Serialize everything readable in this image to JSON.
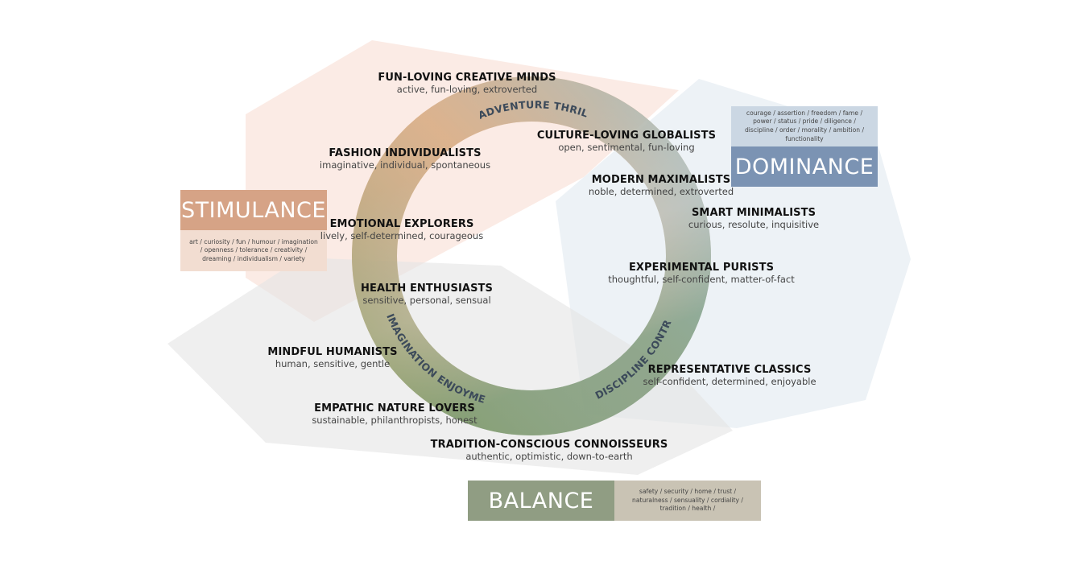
{
  "colors": {
    "stimulance": "#d6a386",
    "stimulance_words_bg": "#f2ddd1",
    "dominance": "#7b93b3",
    "dominance_words_bg": "#cbd7e3",
    "balance": "#909d83",
    "balance_words_bg": "#c9c3b4",
    "ring_orange": "#f1a862",
    "ring_blue": "#8fc6de",
    "ring_green": "#7aa04a"
  },
  "ring_labels": {
    "top": "ADVENTURE THRILL",
    "left": "IMAGINATION ENJOYMENT",
    "right": "DISCIPLINE CONTROL"
  },
  "boxes": {
    "stimulance": {
      "title": "STIMULANCE",
      "words": "art / curiosity / fun / humour / imagination / openness / tolerance / creativity / dreaming / individualism / variety"
    },
    "dominance": {
      "title": "DOMINANCE",
      "words": "courage / assertion / freedom / fame / power / status / pride / diligence / discipline / order / morality / ambition / functionality"
    },
    "balance": {
      "title": "BALANCE",
      "words": "safety / security / home / trust / naturalness / sensuality / cordiality / tradition / health /"
    }
  },
  "segments": [
    {
      "name": "FUN-LOVING CREATIVE MINDS",
      "traits": "active, fun-loving, extroverted"
    },
    {
      "name": "CULTURE-LOVING GLOBALISTS",
      "traits": "open, sentimental, fun-loving"
    },
    {
      "name": "FASHION INDIVIDUALISTS",
      "traits": "imaginative, individual, spontaneous"
    },
    {
      "name": "MODERN MAXIMALISTS",
      "traits": "noble, determined, extroverted"
    },
    {
      "name": "SMART MINIMALISTS",
      "traits": "curious, resolute, inquisitive"
    },
    {
      "name": "EMOTIONAL EXPLORERS",
      "traits": "lively, self-determined, courageous"
    },
    {
      "name": "EXPERIMENTAL PURISTS",
      "traits": "thoughtful, self-confident, matter-of-fact"
    },
    {
      "name": "HEALTH ENTHUSIASTS",
      "traits": "sensitive, personal, sensual"
    },
    {
      "name": "MINDFUL HUMANISTS",
      "traits": "human, sensitive, gentle"
    },
    {
      "name": "REPRESENTATIVE CLASSICS",
      "traits": "self-confident, determined, enjoyable"
    },
    {
      "name": "EMPATHIC NATURE LOVERS",
      "traits": "sustainable, philanthropists, honest"
    },
    {
      "name": "TRADITION-CONSCIOUS CONNOISSEURS",
      "traits": "authentic, optimistic, down-to-earth"
    }
  ]
}
